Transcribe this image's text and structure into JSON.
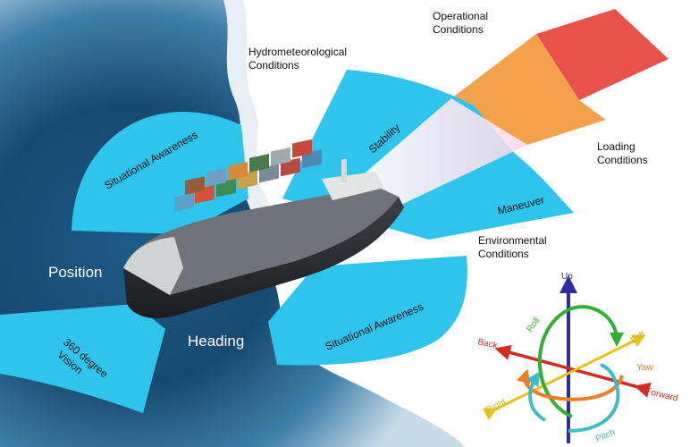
{
  "labels": {
    "operational": [
      "Operational",
      "Conditions"
    ],
    "hydromet": [
      "Hydrometeorological",
      "Conditions"
    ],
    "loading": [
      "Loading",
      "Conditions"
    ],
    "environmental": [
      "Environmental",
      "Conditions"
    ],
    "situational_top": "Situational Awareness",
    "situational_bottom": "Situational Awareness",
    "stability": "Stability",
    "maneuver": "Maneuver",
    "position": "Position",
    "heading": "Heading",
    "vision": [
      "360 degree",
      "Vision"
    ]
  },
  "axes": {
    "up": "Up",
    "roll": "Roll",
    "left": "Left",
    "back": "Back",
    "yaw": "Yaw",
    "forward": "Forward",
    "right": "Right",
    "pitch": "Pitch"
  },
  "colors": {
    "sector": "#2ec4ec",
    "operational": "#e8524a",
    "band": "#f3a24b",
    "up_axis": "#2d2fa0",
    "roll": "#33b033",
    "lateral": "#e8c21e",
    "longitudinal": "#d42a24",
    "yaw": "#f07d22",
    "pitch": "#3fbcc6"
  }
}
